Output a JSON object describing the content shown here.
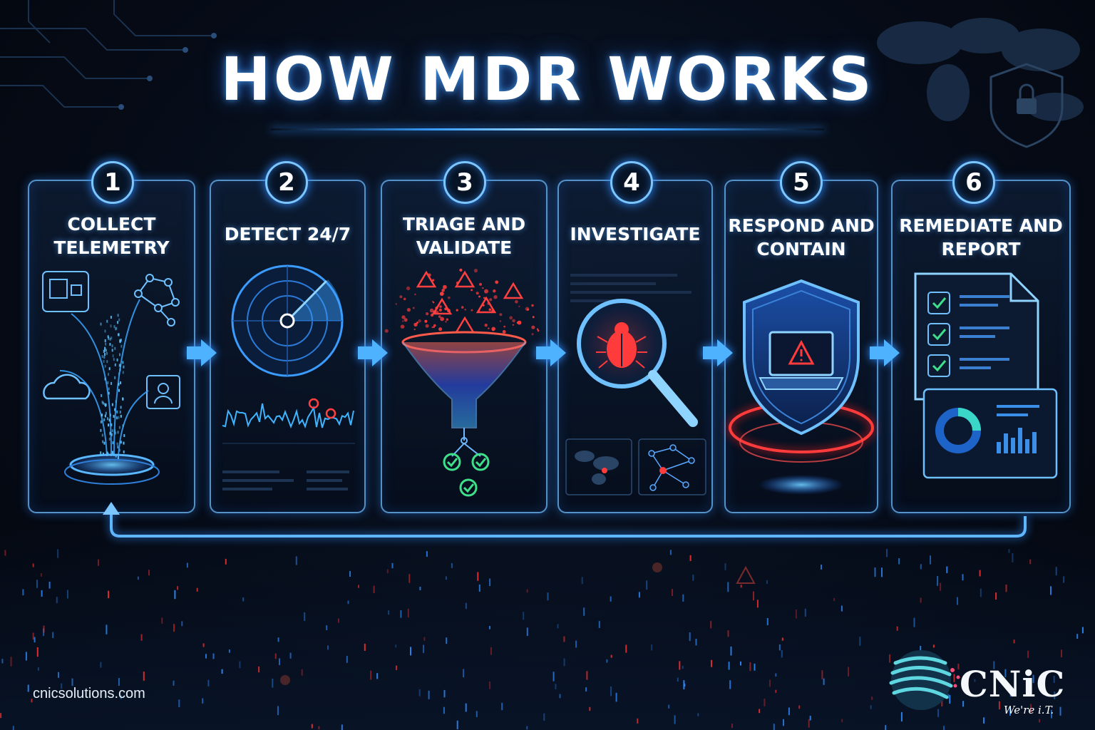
{
  "title": "HOW MDR WORKS",
  "steps": [
    {
      "number": "1",
      "line1": "COLLECT",
      "line2": "TELEMETRY",
      "icon": "data-collection-icon"
    },
    {
      "number": "2",
      "line1": "DETECT 24/7",
      "line2": "",
      "icon": "radar-icon"
    },
    {
      "number": "3",
      "line1": "TRIAGE AND",
      "line2": "VALIDATE",
      "icon": "funnel-icon"
    },
    {
      "number": "4",
      "line1": "INVESTIGATE",
      "line2": "",
      "icon": "magnifier-bug-icon"
    },
    {
      "number": "5",
      "line1": "RESPOND AND",
      "line2": "CONTAIN",
      "icon": "shield-laptop-icon"
    },
    {
      "number": "6",
      "line1": "REMEDIATE AND",
      "line2": "REPORT",
      "icon": "report-icon"
    }
  ],
  "footer": {
    "website": "cnicsolutions.com",
    "logo_name": "CNiC",
    "logo_tagline": "We're i.T."
  },
  "colors": {
    "accent_blue": "#3aa0ff",
    "alert_red": "#ff3b3b",
    "check_green": "#3ee08a"
  }
}
